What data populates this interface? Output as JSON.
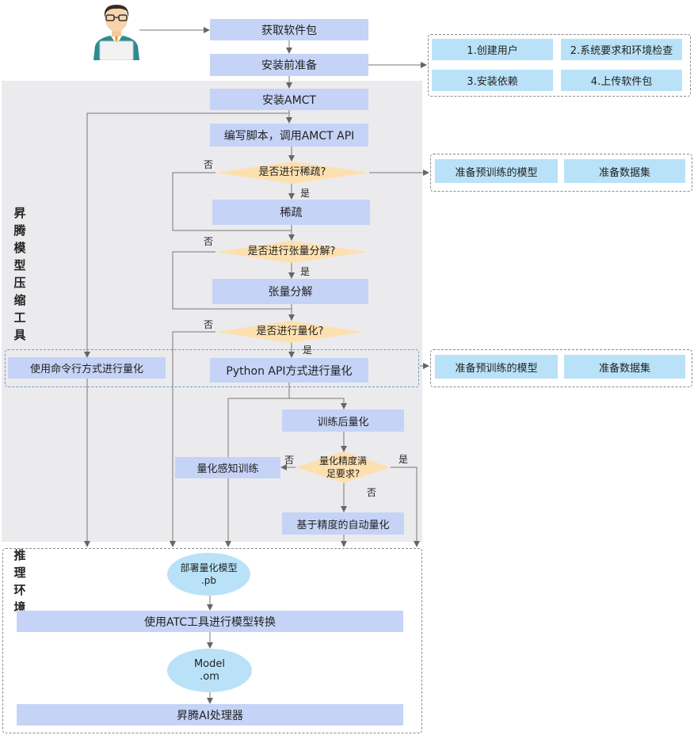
{
  "regions": {
    "compression_tool_title": "昇腾模型压缩工具",
    "inference_env_title": "推理环境"
  },
  "steps": {
    "get_package": "获取软件包",
    "pre_install": "安装前准备",
    "install_amct": "安装AMCT",
    "write_script": "编写脚本，调用AMCT API",
    "sparsify": "稀疏",
    "tensor_decompose": "张量分解",
    "python_api_quant": "Python API方式进行量化",
    "cmd_quant": "使用命令行方式进行量化",
    "post_train_quant": "训练后量化",
    "qat": "量化感知训练",
    "auto_quant": "基于精度的自动量化",
    "atc_convert": "使用ATC工具进行模型转换",
    "ascend_processor": "昇腾AI处理器"
  },
  "decisions": {
    "sparse_q": "是否进行稀疏?",
    "tensor_q": "是否进行张量分解?",
    "quant_q": "是否进行量化?",
    "accuracy_q_line1": "量化精度满",
    "accuracy_q_line2": "足要求?"
  },
  "models": {
    "pb_line1": "部署量化模型",
    "pb_line2": ".pb",
    "om_line1": "Model",
    "om_line2": ".om"
  },
  "prep_items": [
    "1.创建用户",
    "2.系统要求和环境检查",
    "3.安装依赖",
    "4.上传软件包"
  ],
  "sparse_prereq": [
    "准备预训练的模型",
    "准备数据集"
  ],
  "quant_prereq": [
    "准备预训练的模型",
    "准备数据集"
  ],
  "branch_labels": {
    "yes": "是",
    "no": "否"
  },
  "colors": {
    "step_box": "#c5d3f6",
    "prereq_box": "#b9e2f8",
    "decision": "#fde0b0",
    "region": "#ebebee"
  }
}
